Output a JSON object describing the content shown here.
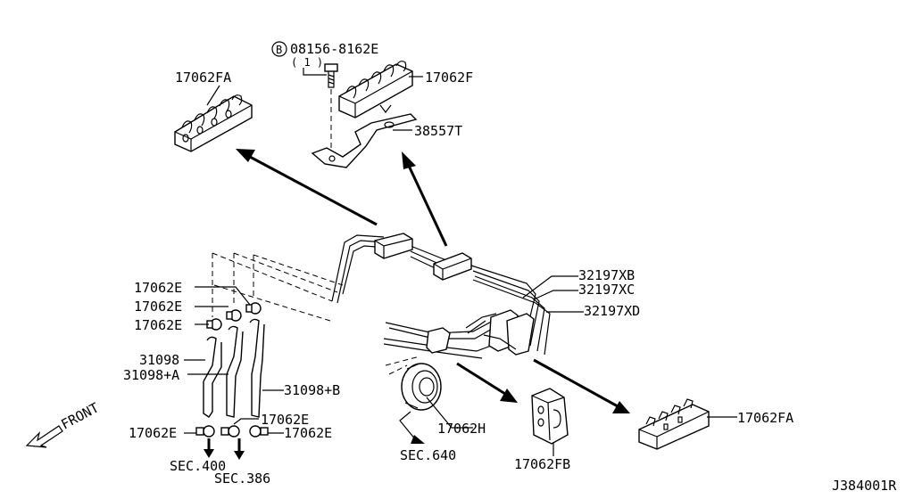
{
  "labels": {
    "bolt_code": "08156-8162E",
    "bolt_prefix": "B",
    "bolt_qty": "( 1 )",
    "clip_f": "17062F",
    "clip_fa_top": "17062FA",
    "bracket": "38557T",
    "tube_xb": "32197XB",
    "tube_xc": "32197XC",
    "tube_xd": "32197XD",
    "clamp_e1": "17062E",
    "clamp_e2": "17062E",
    "clamp_e3": "17062E",
    "hose_a": "31098",
    "hose_b": "31098+A",
    "hose_c": "31098+B",
    "clamp_e4": "17062E",
    "clamp_e5": "17062E",
    "clamp_e6": "17062E",
    "sec_400": "SEC.400",
    "sec_386": "SEC.386",
    "grommet": "17062H",
    "sec_640": "SEC.640",
    "clip_fb": "17062FB",
    "clip_fa_bottom": "17062FA",
    "front": "FRONT",
    "diagram_code": "J384001R"
  }
}
